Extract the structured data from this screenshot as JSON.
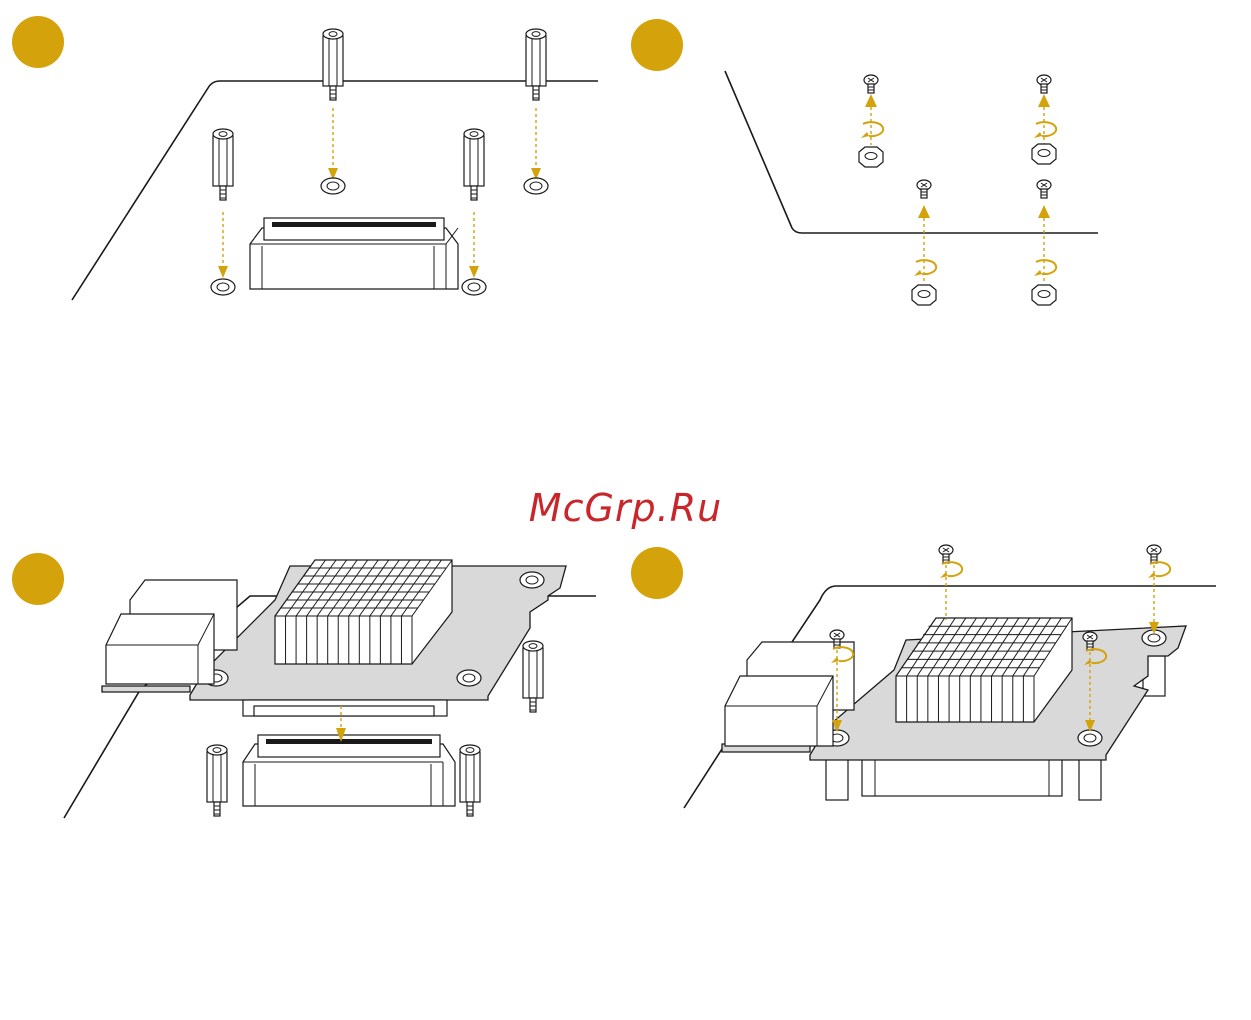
{
  "watermark": "McGrp.Ru",
  "colors": {
    "step_marker": "#d4a20a",
    "arrow": "#d4a20a",
    "watermark": "#c8262b",
    "board": "#d9d9d9"
  },
  "steps": [
    {
      "icon": "step-marker-circle"
    },
    {
      "icon": "step-marker-circle"
    },
    {
      "icon": "step-marker-circle"
    },
    {
      "icon": "step-marker-circle"
    }
  ]
}
